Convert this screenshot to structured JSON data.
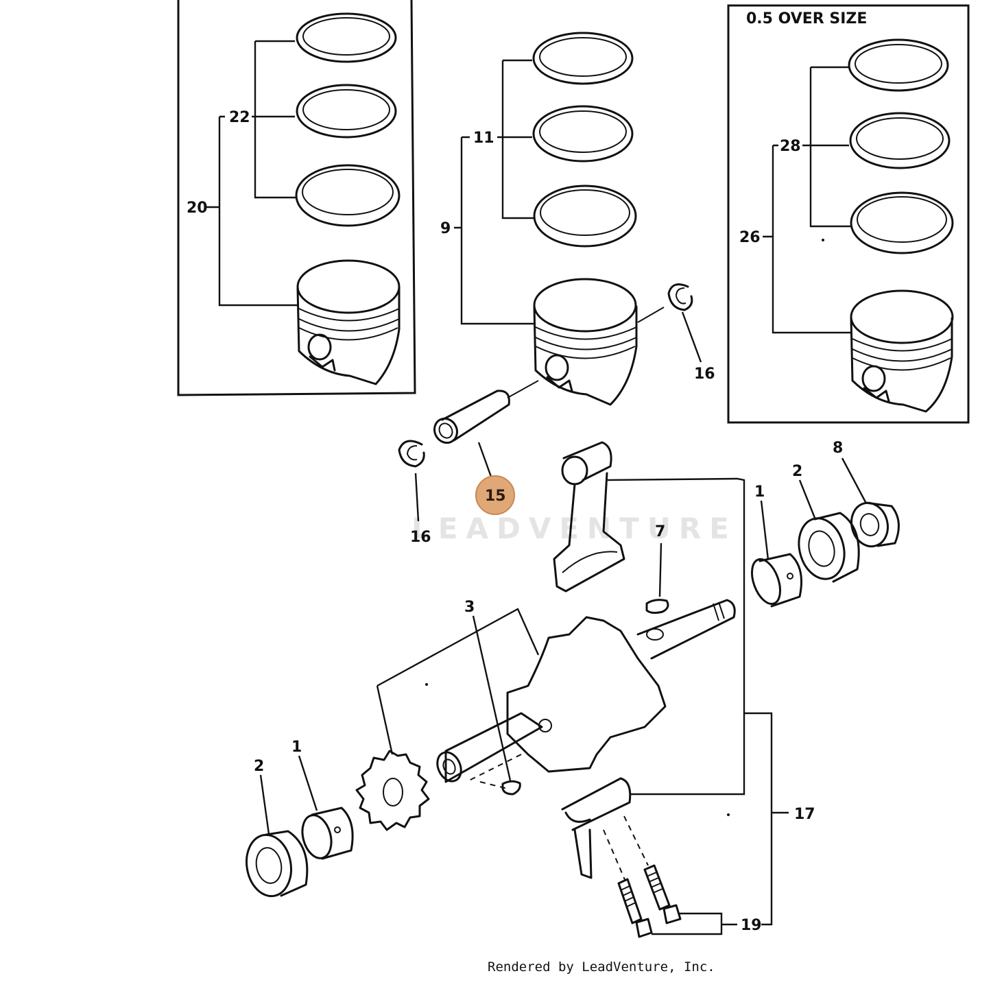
{
  "diagram": {
    "oversize_label": "0.5 OVER SIZE",
    "watermark": "LEADVENTURE",
    "footer": "Rendered by LeadVenture, Inc.",
    "highlight_color": "#e0a877",
    "callouts": {
      "c20": "20",
      "c22": "22",
      "c9": "9",
      "c11": "11",
      "c26": "26",
      "c28": "28",
      "c16a": "16",
      "c16b": "16",
      "c15": "15",
      "c1a": "1",
      "c2a": "2",
      "c8": "8",
      "c7": "7",
      "c3": "3",
      "c1b": "1",
      "c2b": "2",
      "c17": "17",
      "c19": "19"
    }
  }
}
